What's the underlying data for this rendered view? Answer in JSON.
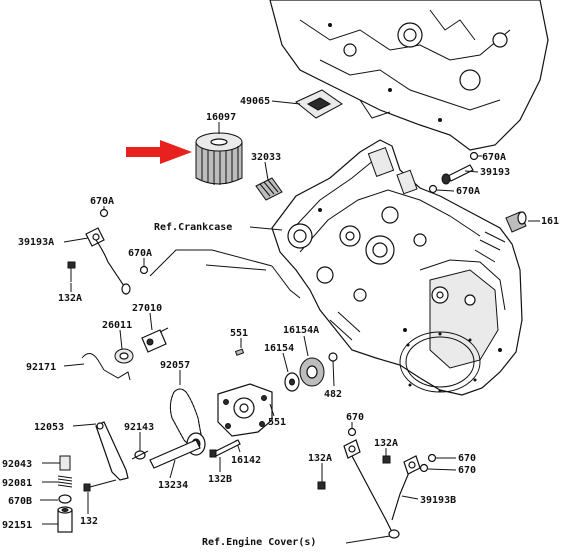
{
  "colors": {
    "arrow": "#e8201e",
    "ink": "#111111",
    "background": "#ffffff"
  },
  "callouts": {
    "p49065": "49065",
    "p16097": "16097",
    "p32033": "32033",
    "p670A_top": "670A",
    "p39193_top": "39193",
    "p670A_mid": "670A",
    "p161": "161",
    "ref_crankcase": "Ref.Crankcase",
    "p670A_left": "670A",
    "p39193A": "39193A",
    "p670A_left2": "670A",
    "p132A": "132A",
    "p27010": "27010",
    "p26011": "26011",
    "p551_top": "551",
    "p16154A": "16154A",
    "p16154": "16154",
    "p92171": "92171",
    "p92057": "92057",
    "p482": "482",
    "p551_bot": "551",
    "p12053": "12053",
    "p92143": "92143",
    "p16142": "16142",
    "p670_r1": "670",
    "p132A_r": "132A",
    "p132A_r2": "132A",
    "p670_r2": "670",
    "p670_r3": "670",
    "p92043": "92043",
    "p92081": "92081",
    "p132B": "132B",
    "p13234": "13234",
    "p39193B": "39193B",
    "p670B": "670B",
    "p92151": "92151",
    "p132": "132",
    "ref_engine_cover": "Ref.Engine Cover(s)"
  }
}
